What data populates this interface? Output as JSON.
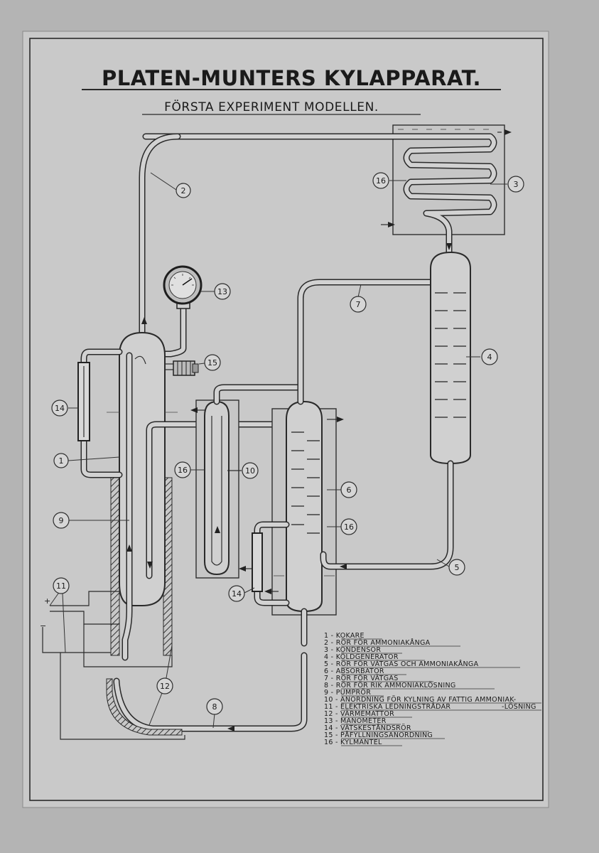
{
  "title": "PLATEN-MUNTERS KYLAPPARAT.",
  "subtitle": "FÖRSTA EXPERIMENT MODELLEN.",
  "callouts": {
    "c1": "1",
    "c2": "2",
    "c3": "3",
    "c4": "4",
    "c5": "5",
    "c6": "6",
    "c7": "7",
    "c8": "8",
    "c9": "9",
    "c10": "10",
    "c11": "11",
    "c12": "12",
    "c13": "13",
    "c14a": "14",
    "c14b": "14",
    "c15": "15",
    "c16a": "16",
    "c16b": "16",
    "c16c": "16"
  },
  "terminals": {
    "plus": "+",
    "minus": "−"
  },
  "legend": [
    "1 - KOKARE",
    "2 - RÖR FÖR AMMONIAKÅNGA",
    "3 - KONDENSOR",
    "4 - KÖLDGENERATOR",
    "5 - RÖR FÖR VÄTGAS OCH AMMONIAKÅNGA",
    "6 - ABSORBATOR",
    "7 - RÖR FÖR VÄTGAS",
    "8 - RÖR FÖR RIK AMMONIAKLÖSNING",
    "9 - PUMPRÖR",
    "10 - ANORDNING FÖR KYLNING AV FATTIG AMMONIAK-",
    "11 - ELEKTRISKA LEDNINGSTRÅDAR",
    "12 - VÄRMEMATTOR",
    "13 - MANOMETER",
    "14 - VÄTSKESTÅNDSRÖR",
    "15 - PÅFYLLNINGSANORDNING",
    "16 - KYLMANTEL"
  ],
  "legend_continuation": "-LÖSNING"
}
